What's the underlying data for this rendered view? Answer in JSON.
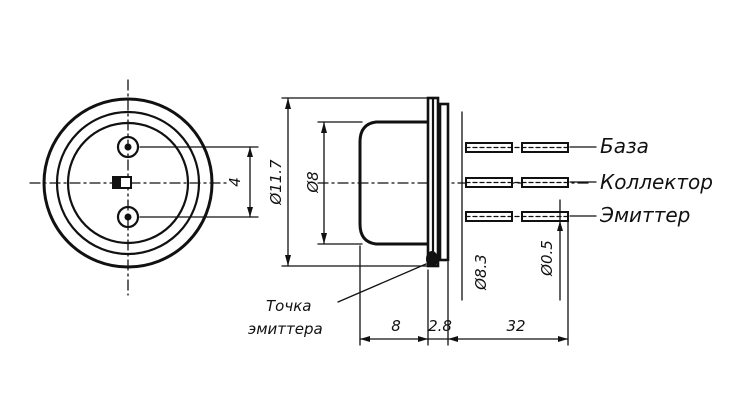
{
  "labels": {
    "base": "База",
    "collector": "Коллектор",
    "emitter": "Эмиттер",
    "emitter_point_line1": "Точка",
    "emitter_point_line2": "эмиттера"
  },
  "dimensions": {
    "pin_spacing": "4",
    "body_diameter_outer": "Ø11.7",
    "body_diameter_inner": "Ø8",
    "lead_diameter_83": "Ø8.3",
    "lead_diameter_05": "Ø0.5",
    "length_body": "8",
    "length_flange": "2.8",
    "length_leads": "32"
  }
}
